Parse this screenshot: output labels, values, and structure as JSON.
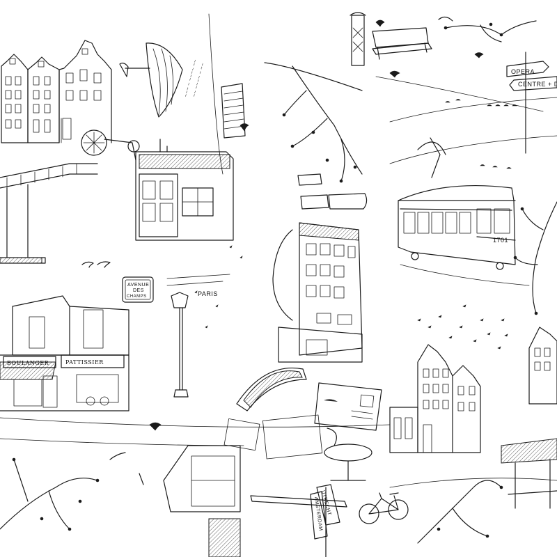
{
  "illustration": {
    "style": "black ink line drawing on white, Amsterdam/Paris street scene pattern",
    "ink_color": "#1a1a1a",
    "paper_color": "#ffffff"
  },
  "signs": {
    "street_sign_line1": "AVENUE",
    "street_sign_line2": "DES",
    "street_sign_line3": "CHAMPS",
    "signpost_top": "OPERA",
    "signpost_bottom": "CENTRE + DAM",
    "boulangerie": "BOULANGER",
    "patissier": "PATTISSIER",
    "direction_sign_1": "UTRECHT",
    "direction_sign_2": "AMSTERDAM",
    "paris_note": "PARIS",
    "tram_number": "1701"
  },
  "icons": {
    "tram": "tram-icon",
    "street_lamp": "street-lamp-icon",
    "bicycle": "bicycle-icon",
    "bird": "bird-icon",
    "bench": "bench-icon",
    "canal_house": "canal-house-icon",
    "signpost": "signpost-icon",
    "bridge": "bridge-icon",
    "cafe_table": "cafe-table-icon",
    "tree_branch": "tree-branch-icon",
    "boat": "boat-icon",
    "postcard": "postcard-icon"
  }
}
